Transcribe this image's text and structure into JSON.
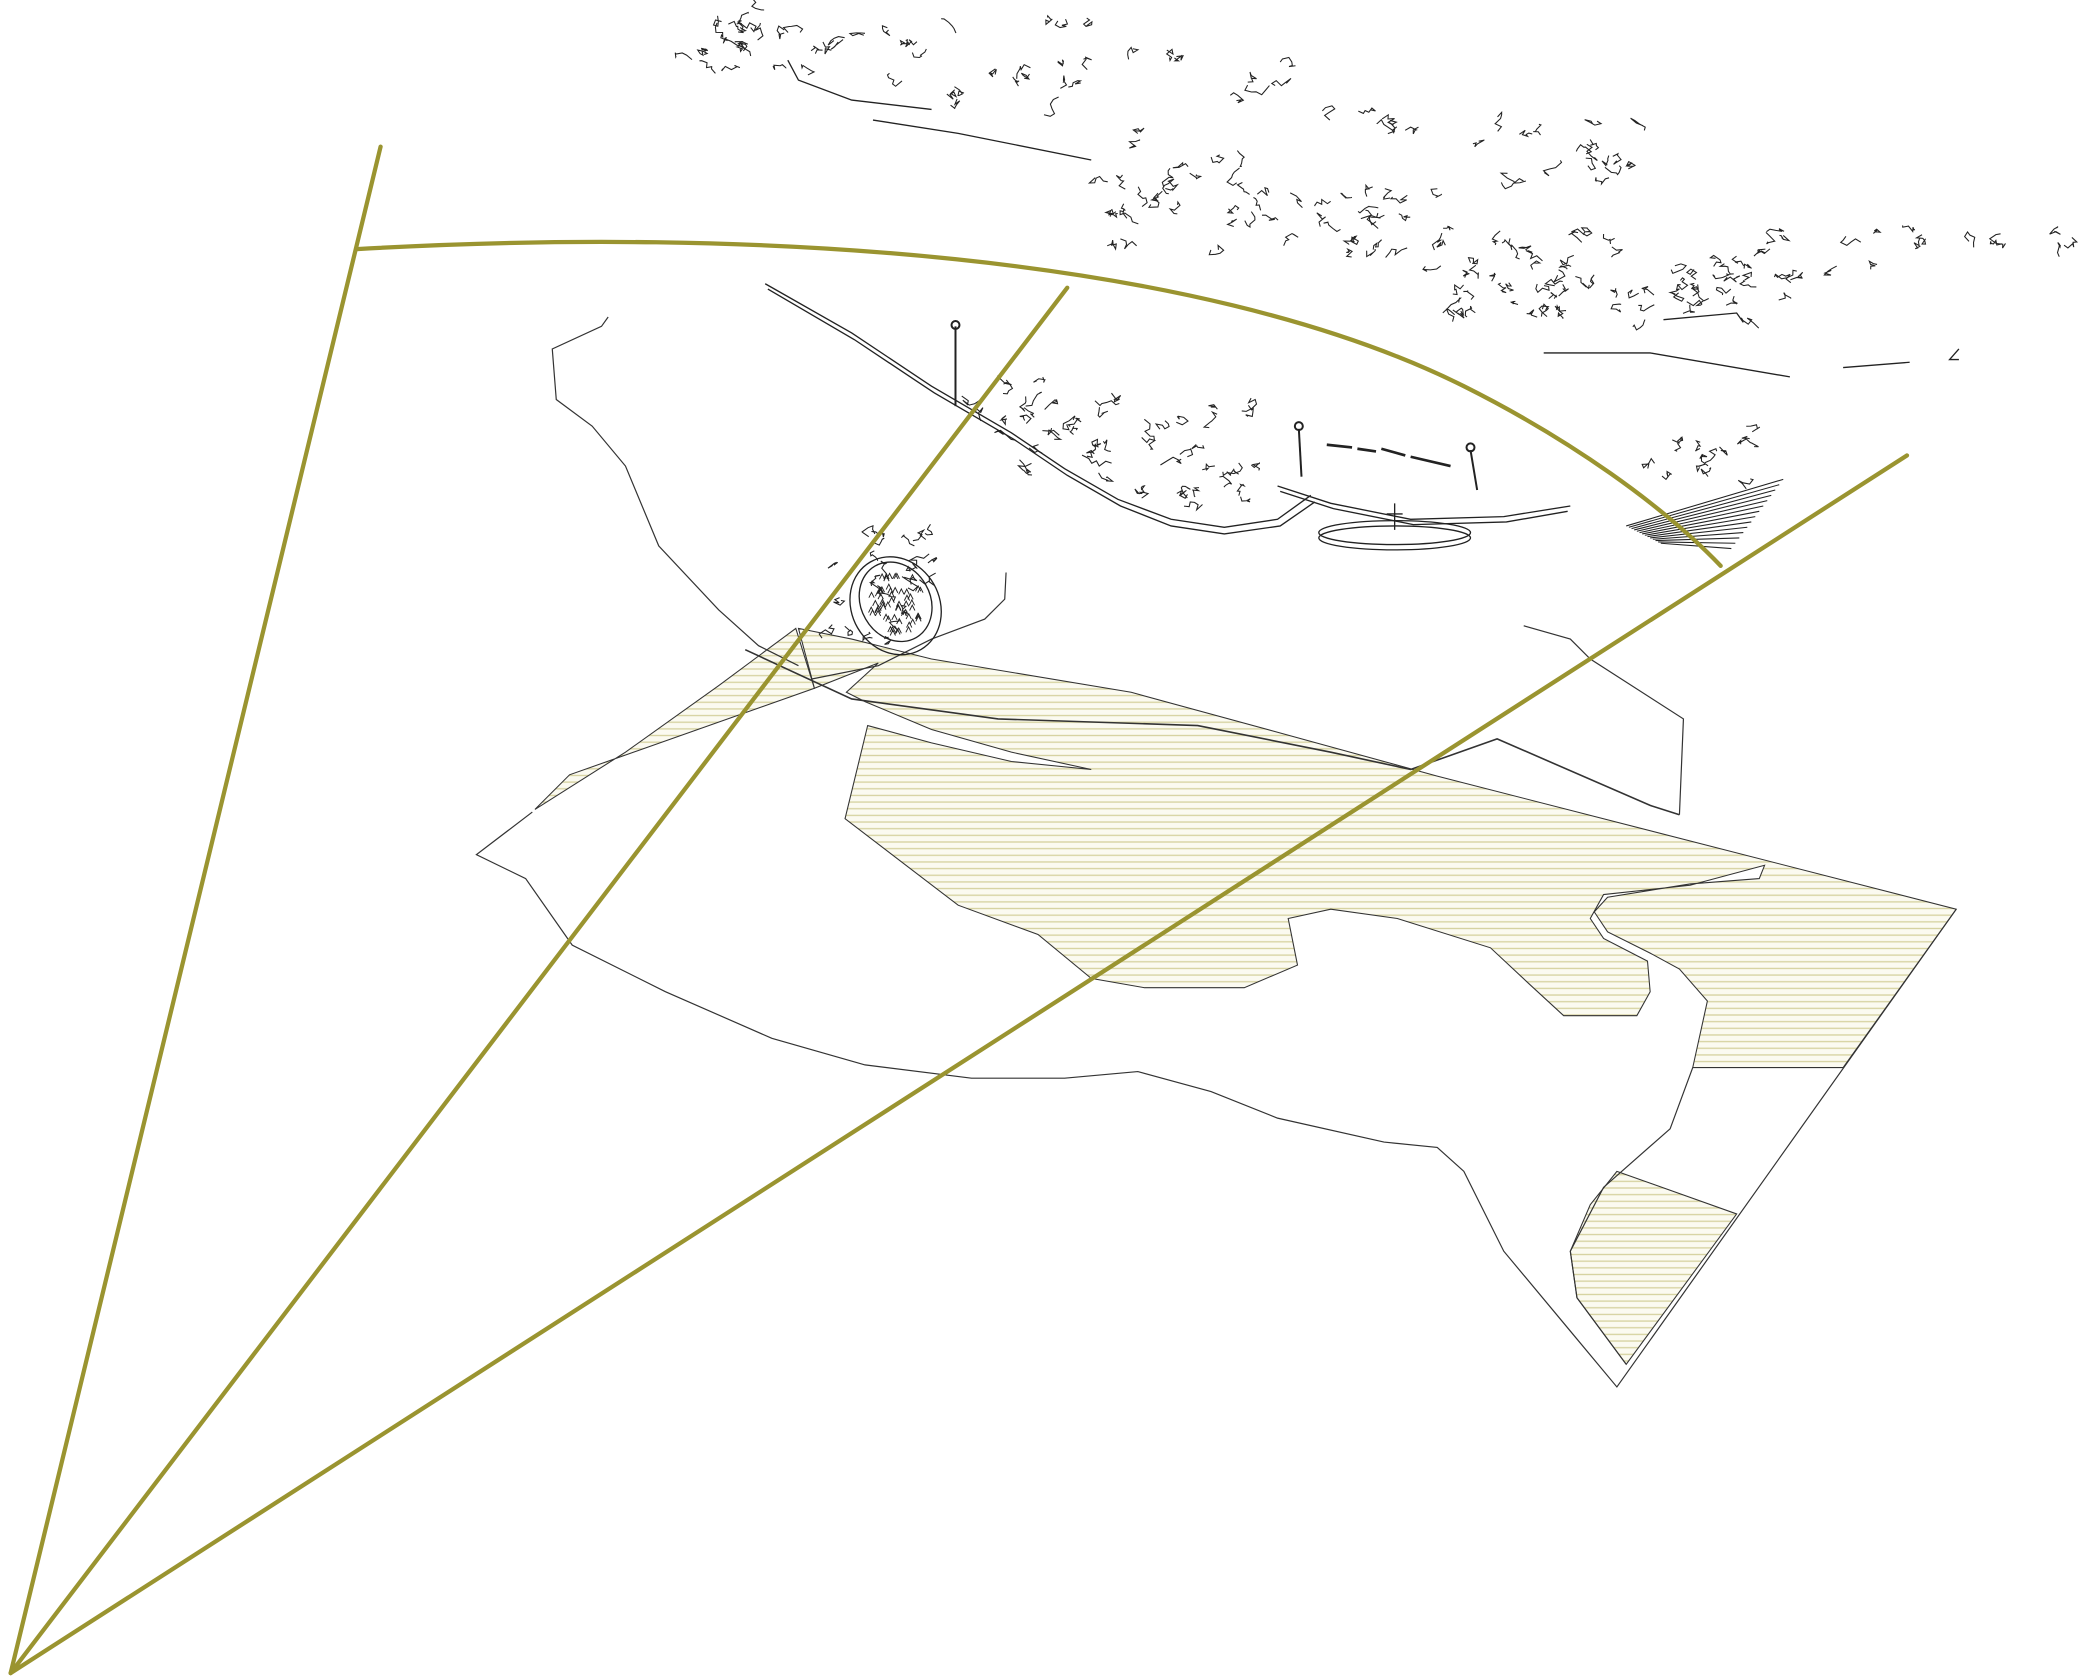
{
  "drawing": {
    "colors": {
      "background": "#ffffff",
      "view_lines": "#9a9430",
      "hatch": "#dcd8a8",
      "hatch_fill": "#fbfaf0",
      "linework": "#222222"
    },
    "elements": [
      "view-cone-lines",
      "view-arc",
      "hatched-ground-areas",
      "site-outline",
      "circular-garden",
      "promenade",
      "fountain",
      "lamp-posts",
      "benches",
      "trees",
      "background-vegetation"
    ]
  }
}
